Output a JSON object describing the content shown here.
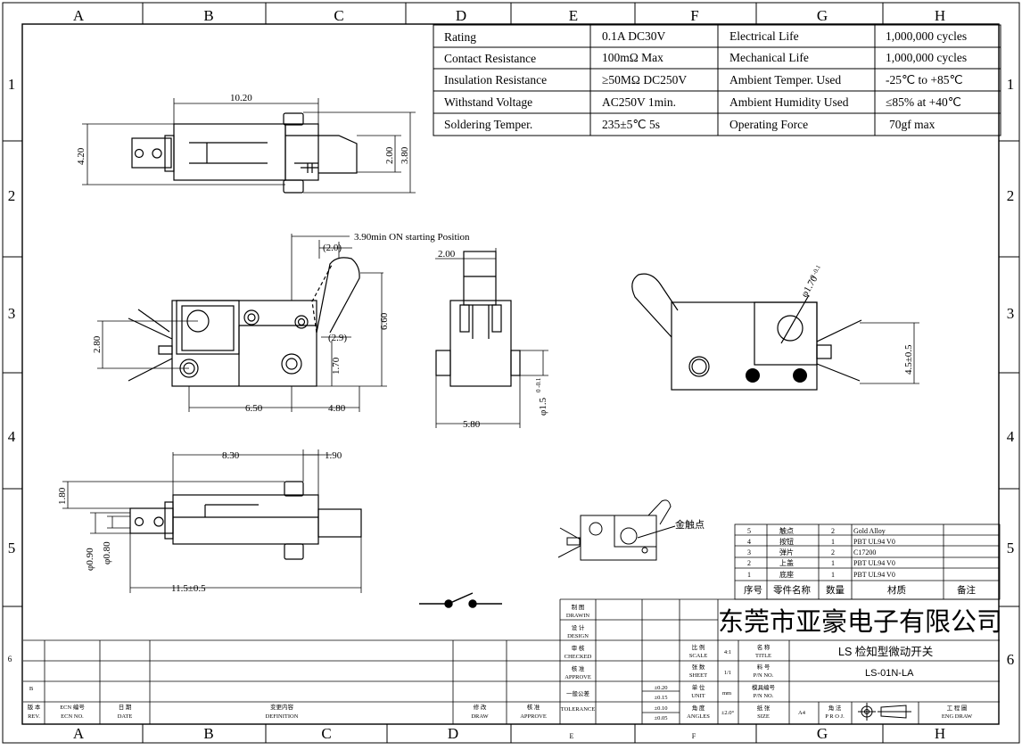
{
  "border": {
    "cols": [
      "A",
      "B",
      "C",
      "D",
      "E",
      "F",
      "G",
      "H"
    ],
    "rows": [
      "1",
      "2",
      "3",
      "4",
      "5",
      "6"
    ]
  },
  "specs": [
    [
      "Rating",
      "0.1A  DC30V",
      "Electrical Life",
      "1,000,000 cycles"
    ],
    [
      "Contact Resistance",
      "100mΩ  Max",
      "Mechanical Life",
      "1,000,000 cycles"
    ],
    [
      "Insulation Resistance",
      "≥50MΩ  DC250V",
      "Ambient Temper. Used",
      "-25℃ to +85℃"
    ],
    [
      "Withstand Voltage",
      "AC250V  1min.",
      "Ambient Humidity Used",
      "≤85% at +40℃"
    ],
    [
      "Soldering Temper.",
      "235±5℃ 5s",
      "Operating Force",
      "70gf max"
    ]
  ],
  "dims": {
    "top_len": "10.20",
    "top_h": "4.20",
    "top_btn": "2.00",
    "top_btn_h": "3.80",
    "on_pos": "3.90min ON starting Position",
    "lever_20": "(2.0)",
    "lever_29": "(2.9)",
    "h_660": "6.60",
    "h_280": "2.80",
    "h_170": "1.70",
    "w_650": "6.50",
    "w_480": "4.80",
    "side_200": "2.00",
    "side_580": "5.80",
    "side_dia": "φ1.5",
    "side_tol": "0 -0.1",
    "iso_dia": "φ1.70",
    "iso_tol": "0 -0.1",
    "iso_h": "4.5±0.5",
    "bot_830": "8.30",
    "bot_190": "1.90",
    "bot_180": "1.80",
    "bot_090": "φ0.90",
    "bot_080": "φ0.80",
    "bot_115": "11.5±0.5",
    "gold_contact": "金触点"
  },
  "bom": {
    "rows": [
      [
        "5",
        "触点",
        "2",
        "Gold Alloy",
        ""
      ],
      [
        "4",
        "按钮",
        "1",
        "PBT UL94 V0",
        ""
      ],
      [
        "3",
        "弹片",
        "2",
        "C17200",
        ""
      ],
      [
        "2",
        "上盖",
        "1",
        "PBT UL94 V0",
        ""
      ],
      [
        "1",
        "底座",
        "1",
        "PBT UL94 V0",
        ""
      ]
    ],
    "header": [
      "序号",
      "零件名称",
      "数量",
      "材质",
      "备注"
    ]
  },
  "title_block": {
    "company": "东莞市亚豪电子有限公司",
    "title": "LS 检知型微动开关",
    "part_no": "LS-01N-LA",
    "drawn_cn": "制 图",
    "drawn_en": "DRAWIN",
    "design_cn": "设 计",
    "design_en": "DESIGN",
    "checked_cn": "审 核",
    "checked_en": "CHECKED",
    "approve_cn": "核 准",
    "approve_en": "APPROVE",
    "tol_cn": "一般公差",
    "tol_en": "TOLERANCE",
    "tols": [
      "±0.20",
      "±0.15",
      "±0.10",
      "±0.05"
    ],
    "scale_cn": "比 例",
    "scale_en": "SCALE",
    "scale_val": "4:1",
    "sheet_cn": "张 数",
    "sheet_en": "SHEET",
    "sheet_val": "1/1",
    "unit_cn": "单 位",
    "unit_en": "UNIT",
    "unit_val": "mm",
    "angle_cn": "角 度",
    "angle_en": "ANGLES",
    "angle_val": "±2.0°",
    "name_cn": "名 称",
    "name_en": "TITLE",
    "pn_cn": "料 号",
    "pn_en": "P/N NO.",
    "mold_cn": "模具编号",
    "mold_en": "P/N NO.",
    "size_cn": "纸 张",
    "size_en": "SIZE",
    "size_val": "A4",
    "proj_cn": "角 法",
    "proj_en": "P R O J.",
    "eng_cn": "工 程 圖",
    "eng_en": "ENG DRAW",
    "rev_cn": "版 本",
    "rev_en": "REV.",
    "ecn_cn": "ECN 编号",
    "ecn_en": "ECN NO.",
    "date_cn": "日 期",
    "date_en": "DATE",
    "def_cn": "变更内容",
    "def_en": "DEFINITION",
    "draw_cn": "修 改",
    "draw_en": "DRAW",
    "appr_cn": "核 准",
    "appr_en": "APPROVE",
    "rev_b": "B"
  }
}
